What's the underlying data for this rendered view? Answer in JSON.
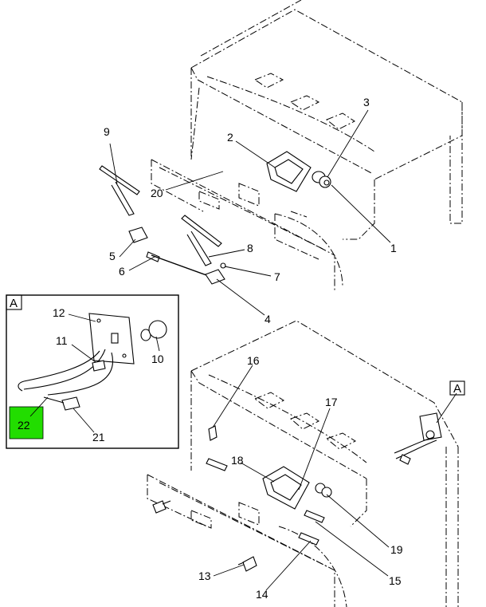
{
  "detail_tag": "A",
  "callouts": {
    "c1": "1",
    "c2": "2",
    "c3": "3",
    "c4": "4",
    "c5": "5",
    "c6": "6",
    "c7": "7",
    "c8": "8",
    "c9": "9",
    "c10": "10",
    "c11": "11",
    "c12": "12",
    "c13": "13",
    "c14": "14",
    "c15": "15",
    "c16": "16",
    "c17": "17",
    "c18": "18",
    "c19": "19",
    "c20": "20",
    "c21": "21",
    "c22": "22"
  },
  "colors": {
    "highlight": "#22dd00",
    "line": "#000000",
    "background": "#ffffff"
  }
}
